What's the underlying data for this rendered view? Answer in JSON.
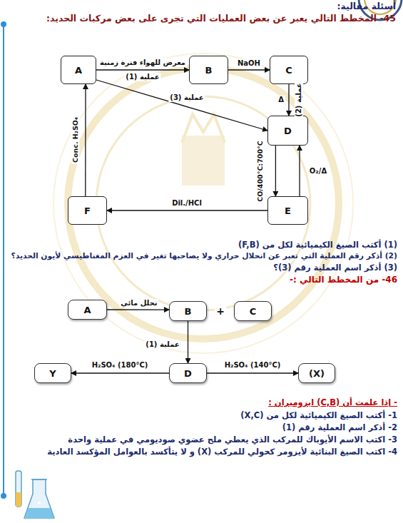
{
  "diagram": {
    "title": "أسئلة مقالية:",
    "nodes": [
      {
        "text": [
          "A"
        ]
      },
      {
        "text": [
          "B"
        ]
      },
      {
        "text": [
          "C"
        ]
      },
      {
        "text": [
          "D"
        ]
      },
      {
        "text": [
          "E"
        ]
      },
      {
        "text": [
          "F"
        ]
      },
      {
        "text": [
          "A"
        ]
      },
      {
        "text": [
          "B"
        ]
      },
      {
        "text": [
          "C"
        ]
      },
      {
        "text": [
          "D"
        ]
      },
      {
        "text": [
          "Y"
        ]
      },
      {
        "text": [
          "(X)"
        ]
      }
    ],
    "edges": [
      {
        "from": 0,
        "to": 1,
        "arrow": "to",
        "label": "معرض للهواء فترة زمنية"
      },
      {
        "from": 1,
        "to": 2,
        "arrow": "to",
        "label": "NaOH"
      },
      {
        "from": 2,
        "to": 3,
        "arrow": "to",
        "label": "Δ"
      },
      {
        "from": 0,
        "to": 3,
        "arrow": "to",
        "label": "عملية (3)"
      },
      {
        "from": 3,
        "to": 4,
        "arrow": "to",
        "label": "CO/400°C:700°C"
      },
      {
        "from": 4,
        "to": 3,
        "arrow": "to",
        "label": "O₂/Δ"
      },
      {
        "from": 4,
        "to": 5,
        "arrow": "to",
        "label": "Dil./HCl"
      },
      {
        "from": 5,
        "to": 0,
        "arrow": "to",
        "label": "Conc. H₂SO₄"
      },
      {
        "from": 6,
        "to": 7,
        "arrow": "to",
        "label": "تحلل مائي"
      },
      {
        "from": 7,
        "to": 9,
        "arrow": "to",
        "label": "عملية (1)"
      },
      {
        "from": 9,
        "to": 10,
        "arrow": "to",
        "label": "H₂SO₄ (180°C)"
      },
      {
        "from": 9,
        "to": 11,
        "arrow": "to",
        "label": "H₂SO₄ (140°C)"
      }
    ],
    "labels": [
      "45- المخطط التالي يعبر عن بعض العمليات التي تجرى على بعض مركبات الحديد:",
      "عملية (1)",
      "عملية (2)",
      "(1) أكتب الصيغ الكيميائية لكل من (F,B)",
      "(2) أذكر رقم العملية التي تعبر عن انحلال حراري ولا يصاحبها تغير في العزم المغناطيسي لأيون الحديد؟",
      "(3) أذكر اسم العملية رقم (3)؟",
      "46- من المخطط التالي :-",
      "+",
      "- إذا علمت أن (C,B) ايزوميران :",
      "1- أكتب الصيغ الكيميائية لكل من (X,C)",
      "2- أذكر اسم العملية رقم (1)",
      "3- اكتب الاسم الأيوباك للمركب الذي يعطي ملح عضوي صوديومي في عملية واحدة",
      "4- اكتب الصيغ البنائية لأيزومر كحولي للمركب (X) و لا يتأكسد بالعوامل المؤكسد العادية"
    ]
  }
}
